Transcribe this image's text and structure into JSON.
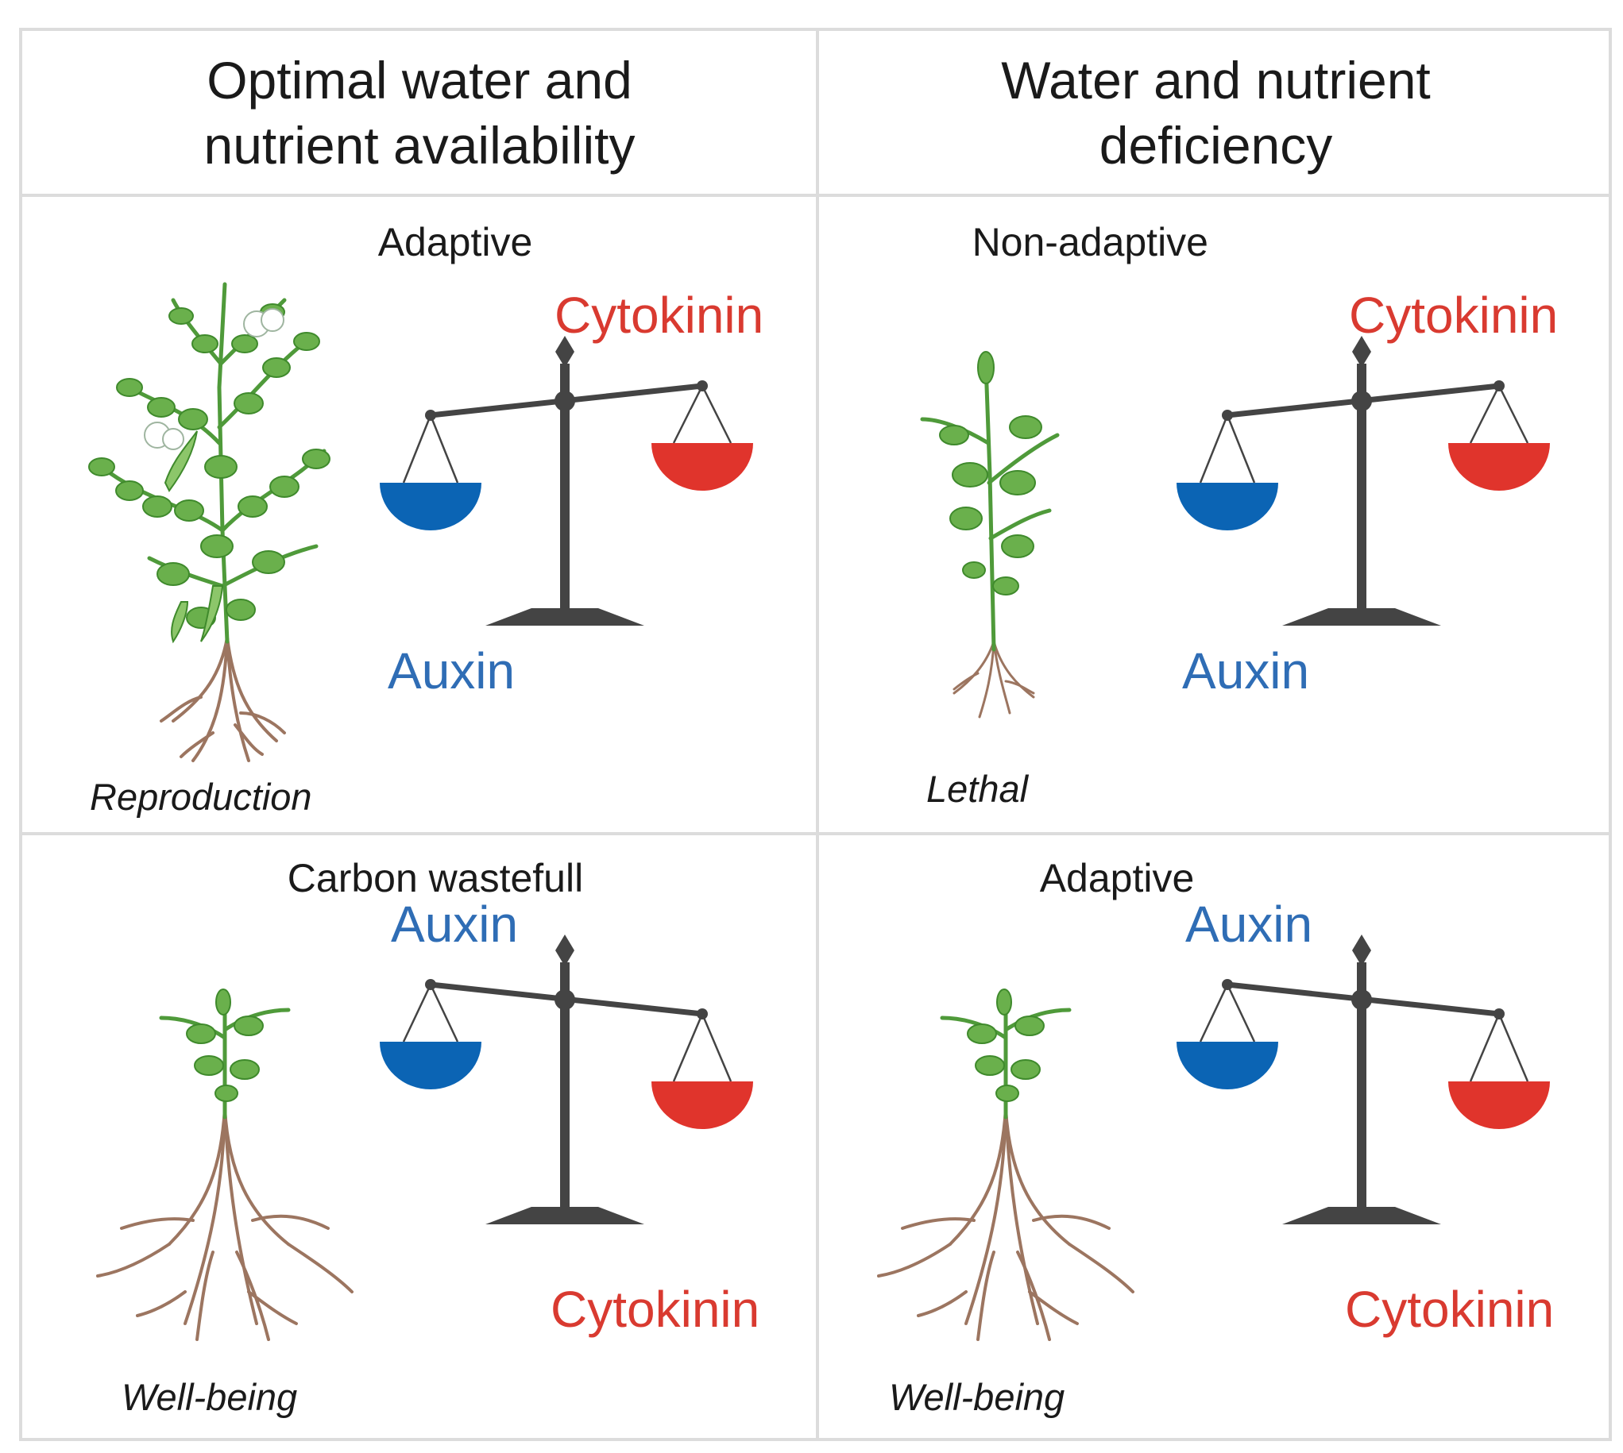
{
  "headers": {
    "left": "Optimal water and nutrient availability",
    "right": "Water and nutrient deficiency"
  },
  "colors": {
    "auxin": "#2f6db5",
    "cytokinin": "#d93a30",
    "auxin_pan": "#0b64b4",
    "cytokinin_pan": "#e0342c",
    "scale": "#444444",
    "leaf": "#6ab04c",
    "root": "#9c7560"
  },
  "cells": [
    {
      "title": "Adaptive",
      "outcome": "Reproduction",
      "auxin": "Auxin",
      "cytokinin": "Cytokinin",
      "heavier_side": "auxin",
      "plant": "large-shoot-small-root"
    },
    {
      "title": "Non-adaptive",
      "outcome": "Lethal",
      "auxin": "Auxin",
      "cytokinin": "Cytokinin",
      "heavier_side": "auxin",
      "plant": "small-shoot-tiny-root"
    },
    {
      "title": "Carbon wastefull",
      "outcome": "Well-being",
      "auxin": "Auxin",
      "cytokinin": "Cytokinin",
      "heavier_side": "cytokinin",
      "plant": "small-shoot-large-root"
    },
    {
      "title": "Adaptive",
      "outcome": "Well-being",
      "auxin": "Auxin",
      "cytokinin": "Cytokinin",
      "heavier_side": "cytokinin",
      "plant": "small-shoot-large-root"
    }
  ]
}
